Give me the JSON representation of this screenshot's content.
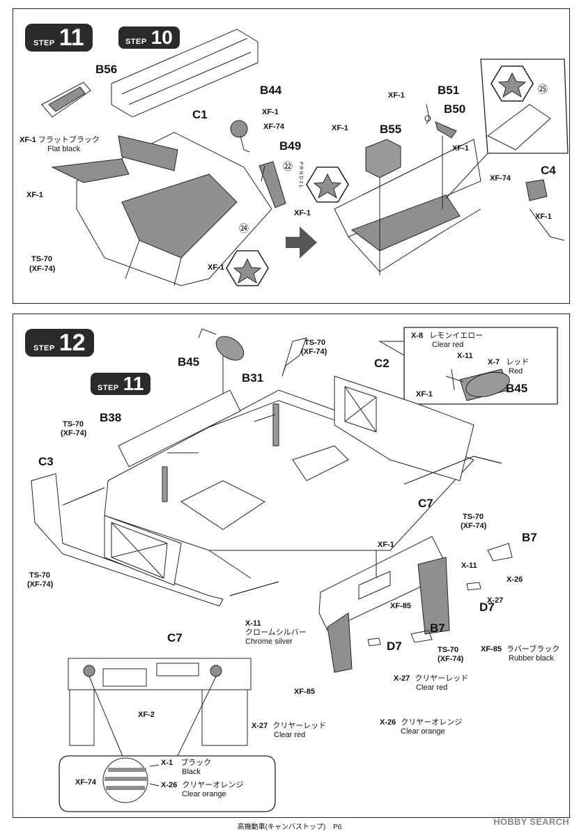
{
  "step11": {
    "badge": {
      "word": "STEP",
      "num": "11"
    },
    "ref_badge": {
      "word": "STEP",
      "num": "10"
    },
    "parts": {
      "b56": "B56",
      "b44": "B44",
      "c1": "C1",
      "b49": "B49",
      "b51": "B51",
      "b50": "B50",
      "b55": "B55",
      "c4": "C4"
    },
    "decal_a": "㉒",
    "decal_b": "㉔",
    "decal_c": "㉕",
    "label_xf1_flat": {
      "code": "XF-1",
      "jp": "フラットブラック",
      "en": "Flat black"
    },
    "xf1": "XF-1",
    "xf74": "XF-74",
    "ts70": "TS-70",
    "ts70_sub": "(XF-74)",
    "shift_letters": "P R N D 2 L"
  },
  "step12": {
    "badge": {
      "word": "STEP",
      "num": "12"
    },
    "ref_badge": {
      "word": "STEP",
      "num": "11"
    },
    "parts": {
      "b45": "B45",
      "b31": "B31",
      "c2": "C2",
      "b38": "B38",
      "c3": "C3",
      "c7": "C7",
      "b7": "B7",
      "d7": "D7"
    },
    "callout_b45": {
      "x8": {
        "code": "X-8",
        "jp": "レモンイエロー",
        "en": "Clear red"
      },
      "x11": "X-11",
      "x7": {
        "code": "X-7",
        "jp": "レッド",
        "en": "Red"
      },
      "xf1": "XF-1"
    },
    "ts70": "TS-70",
    "xf74_sub": "(XF-74)",
    "xf1": "XF-1",
    "x11": "X-11",
    "x26": "X-26",
    "x27": "X-27",
    "xf85": "XF-85",
    "x11_chrome": {
      "code": "X-11",
      "jp": "クロームシルバー",
      "en": "Chrome silver"
    },
    "xf85_rubber": {
      "code": "XF-85",
      "jp": "ラバーブラック",
      "en": "Rubber black"
    },
    "x27_clear": {
      "code": "X-27",
      "jp": "クリヤーレッド",
      "en": "Clear red"
    },
    "x26_clear": {
      "code": "X-26",
      "jp": "クリヤーオレンジ",
      "en": "Clear orange"
    },
    "detail": {
      "c7": "C7",
      "xf2": "XF-2",
      "x27": {
        "code": "X-27",
        "jp": "クリヤーレッド",
        "en": "Clear red"
      },
      "xf74": "XF-74",
      "x1": {
        "code": "X-1",
        "jp": "ブラック",
        "en": "Black"
      },
      "x26": {
        "code": "X-26",
        "jp": "クリヤーオレンジ",
        "en": "Clear orange"
      }
    }
  },
  "footer": {
    "title": "高機動車(キャンバストップ)",
    "page": "P6"
  },
  "watermark": "HOBBY SEARCH",
  "colors": {
    "ink": "#111111",
    "badge": "#2a2a2a",
    "tone": "#9a9a9a",
    "arrow": "#555555"
  }
}
